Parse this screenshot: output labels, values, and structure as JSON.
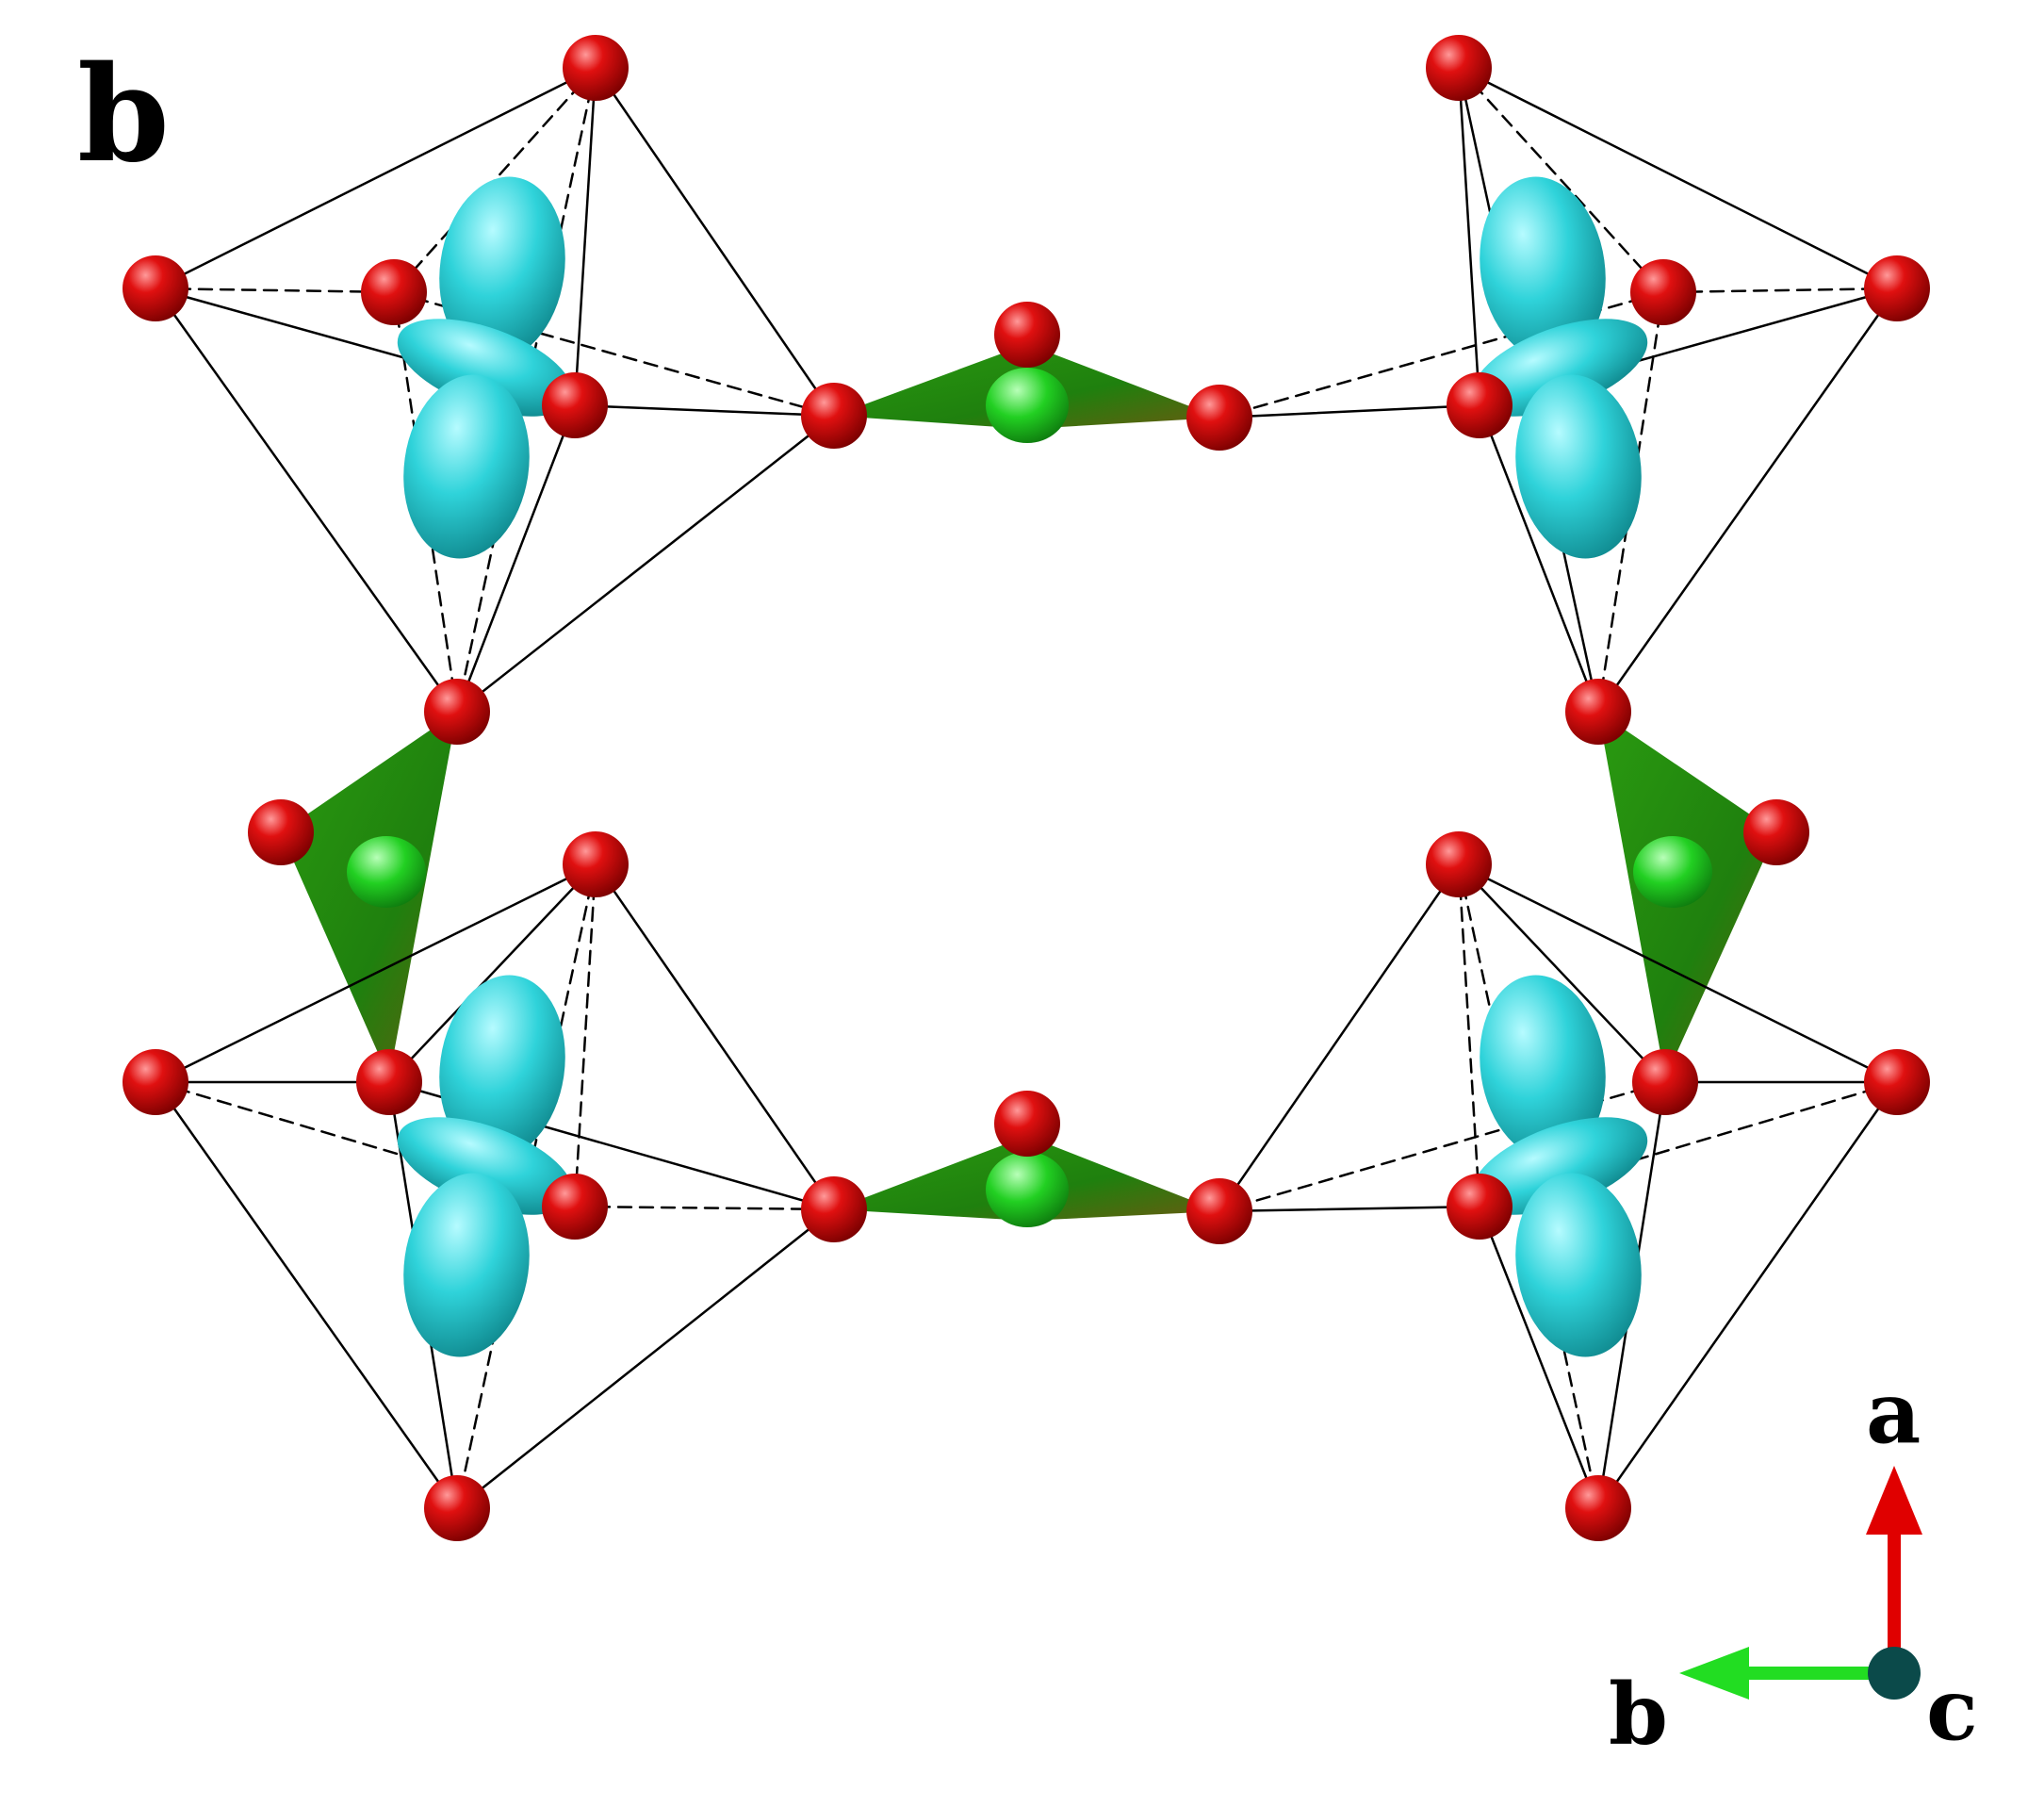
{
  "panel_label": "b",
  "axes": {
    "a": "a",
    "b": "b",
    "c": "c"
  },
  "colors": {
    "oxygen": "#d40000",
    "orbital": "#19c6cc",
    "tetrahedron": "#1f8a14",
    "center_atom": "#22cc22",
    "bond": "#000000",
    "axis_a": "#e00000",
    "axis_b": "#22dd22",
    "axis_c": "#0b4a4a"
  }
}
